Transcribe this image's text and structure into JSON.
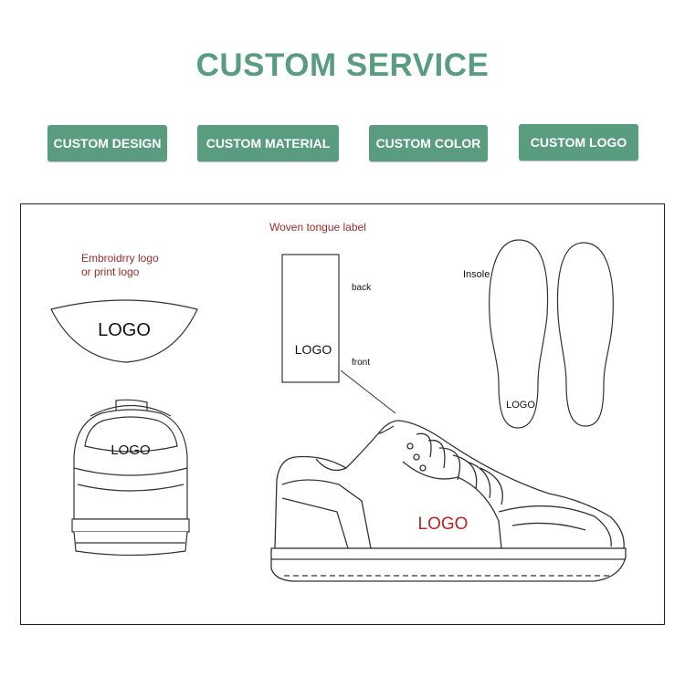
{
  "colors": {
    "brand": "#5a9c80",
    "annotation": "#9b2b2b",
    "logo_red": "#b42424",
    "line": "#2a2a2a"
  },
  "header": {
    "title": "CUSTOM SERVICE"
  },
  "buttons": [
    {
      "label": "CUSTOM DESIGN"
    },
    {
      "label": "CUSTOM MATERIAL"
    },
    {
      "label": "CUSTOM COLOR"
    },
    {
      "label": "CUSTOM LOGO"
    }
  ],
  "diagram": {
    "embroidery_note_line1": "Embroidrry logo",
    "embroidery_note_line2": "or print logo",
    "tongue_label_title": "Woven tongue label",
    "back_label": "back",
    "front_label": "front",
    "insole_label": "Insole",
    "logo_heel_patch": "LOGO",
    "logo_tongue_tag": "LOGO",
    "logo_insole": "LOGO",
    "logo_heel_shoe": "LOGO",
    "logo_side_shoe": "LOGO"
  }
}
